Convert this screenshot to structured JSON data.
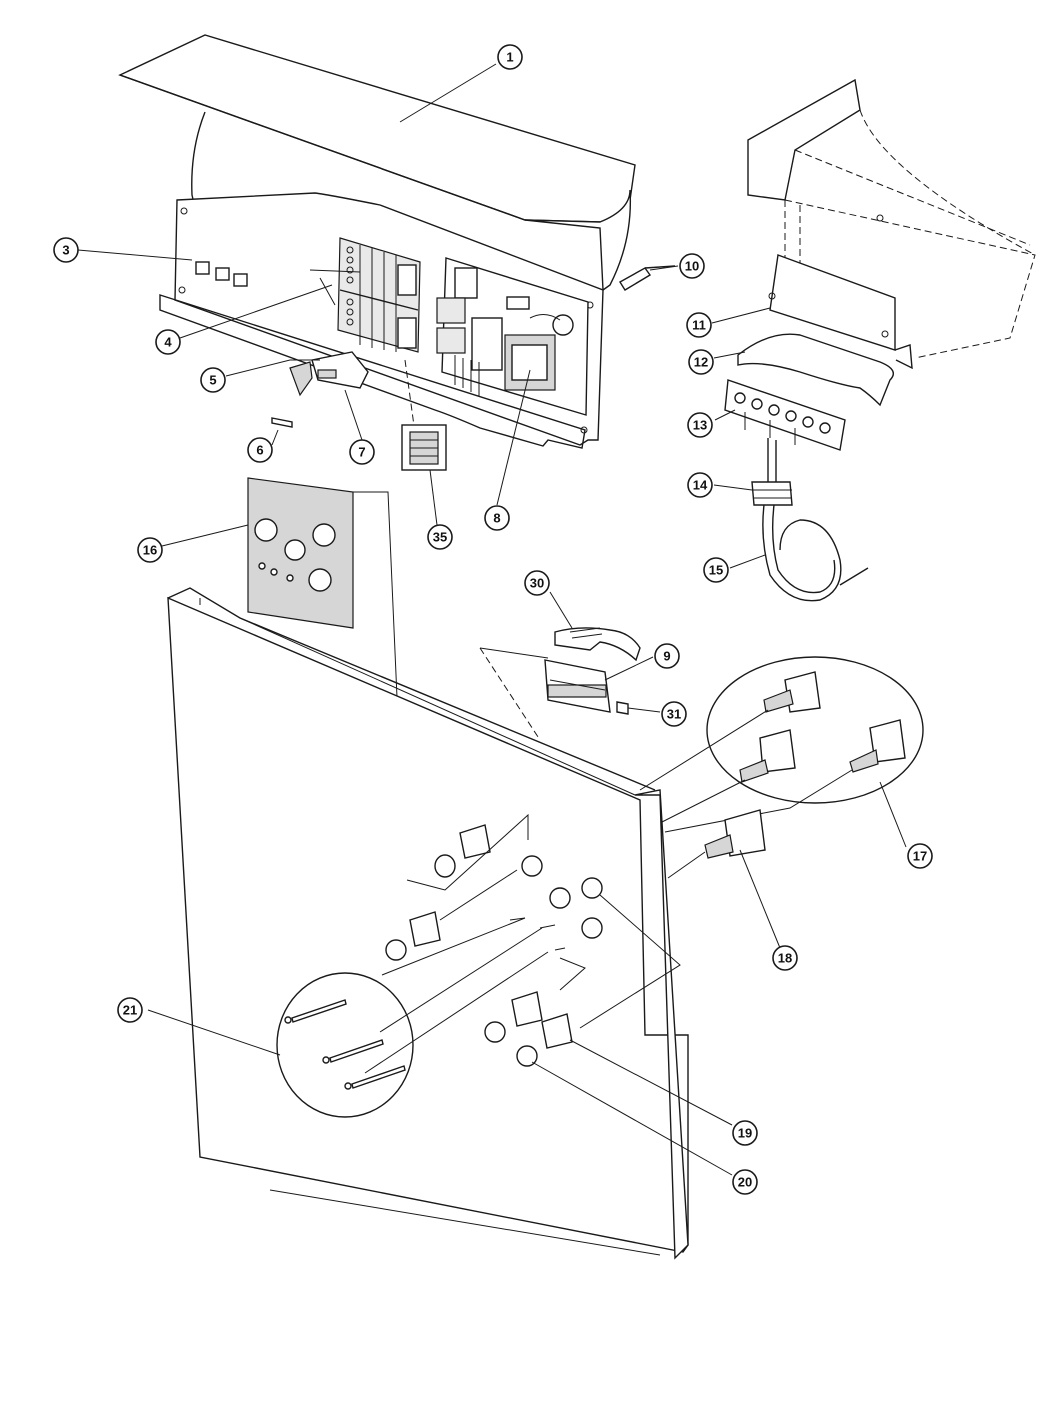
{
  "callouts": [
    {
      "id": "1",
      "label": "1"
    },
    {
      "id": "3",
      "label": "3"
    },
    {
      "id": "4",
      "label": "4"
    },
    {
      "id": "5",
      "label": "5"
    },
    {
      "id": "6",
      "label": "6"
    },
    {
      "id": "7",
      "label": "7"
    },
    {
      "id": "8",
      "label": "8"
    },
    {
      "id": "9",
      "label": "9"
    },
    {
      "id": "10",
      "label": "10"
    },
    {
      "id": "11",
      "label": "11"
    },
    {
      "id": "12",
      "label": "12"
    },
    {
      "id": "13",
      "label": "13"
    },
    {
      "id": "14",
      "label": "14"
    },
    {
      "id": "15",
      "label": "15"
    },
    {
      "id": "16",
      "label": "16"
    },
    {
      "id": "17",
      "label": "17"
    },
    {
      "id": "18",
      "label": "18"
    },
    {
      "id": "19",
      "label": "19"
    },
    {
      "id": "20",
      "label": "20"
    },
    {
      "id": "21",
      "label": "21"
    },
    {
      "id": "30",
      "label": "30"
    },
    {
      "id": "31",
      "label": "31"
    },
    {
      "id": "35",
      "label": "35"
    }
  ]
}
